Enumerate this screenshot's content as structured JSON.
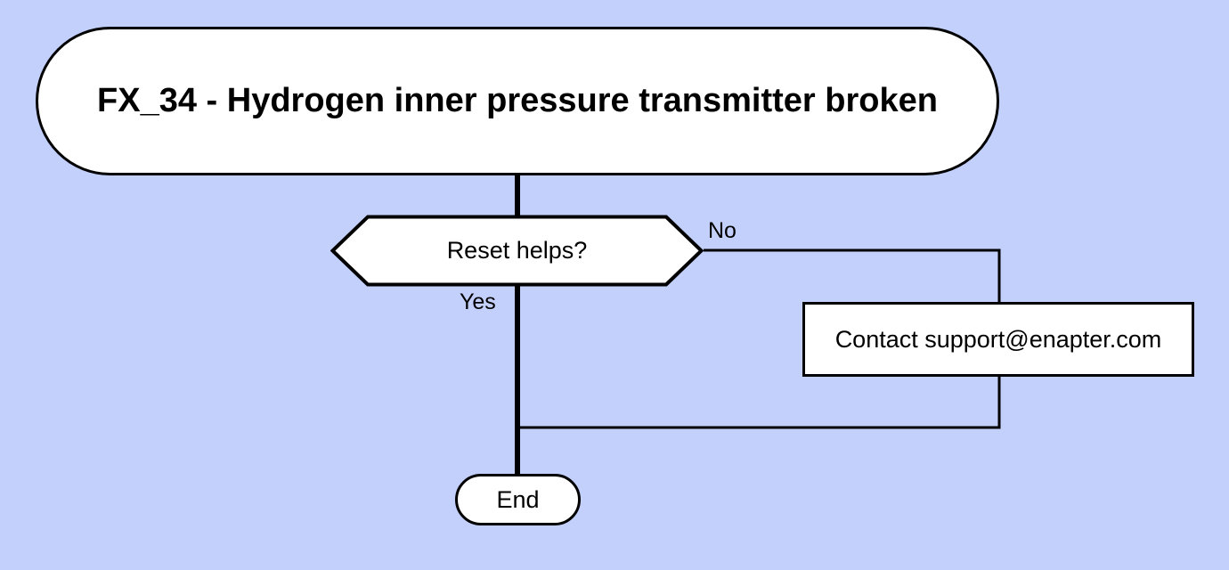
{
  "diagram": {
    "type": "flowchart",
    "background_color": "#c3d0fc",
    "line_color": "#000000",
    "node_fill": "#ffffff",
    "nodes": {
      "start": {
        "shape": "stadium",
        "label": "FX_34 - Hydrogen inner pressure transmitter broken"
      },
      "decision": {
        "shape": "hexagon",
        "label": "Reset helps?"
      },
      "process": {
        "shape": "rectangle",
        "label": "Contact support@enapter.com"
      },
      "end": {
        "shape": "stadium",
        "label": "End"
      }
    },
    "edges": {
      "yes_label": "Yes",
      "no_label": "No"
    }
  }
}
